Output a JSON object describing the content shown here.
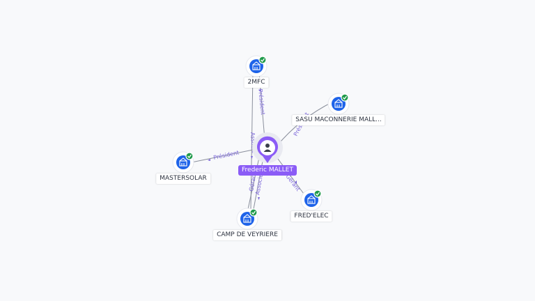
{
  "person": {
    "name": "Frederic MALLET",
    "icon": "person-icon",
    "color": "#8b5cf6"
  },
  "companies": [
    {
      "id": "2mfc",
      "name": "2MFC",
      "icon": "building-icon",
      "verified": true
    },
    {
      "id": "sasu",
      "name": "SASU MACONNERIE MALL...",
      "icon": "building-icon",
      "verified": true
    },
    {
      "id": "mastersolar",
      "name": "MASTERSOLAR",
      "icon": "building-icon",
      "verified": true
    },
    {
      "id": "camp",
      "name": "CAMP DE VEYRIERE",
      "icon": "building-icon",
      "verified": true
    },
    {
      "id": "fredelec",
      "name": "FRED'ELEC",
      "icon": "building-icon",
      "verified": true
    }
  ],
  "edges": [
    {
      "label": "Président"
    },
    {
      "label": "Président"
    },
    {
      "label": "Président"
    },
    {
      "label": "Associé"
    },
    {
      "label": "Gérant"
    },
    {
      "label": "Associé"
    },
    {
      "label": "Gérant"
    }
  ],
  "colors": {
    "company": "#1e63e9",
    "verified": "#1f9a4a",
    "edge_label": "#7b66d9"
  }
}
